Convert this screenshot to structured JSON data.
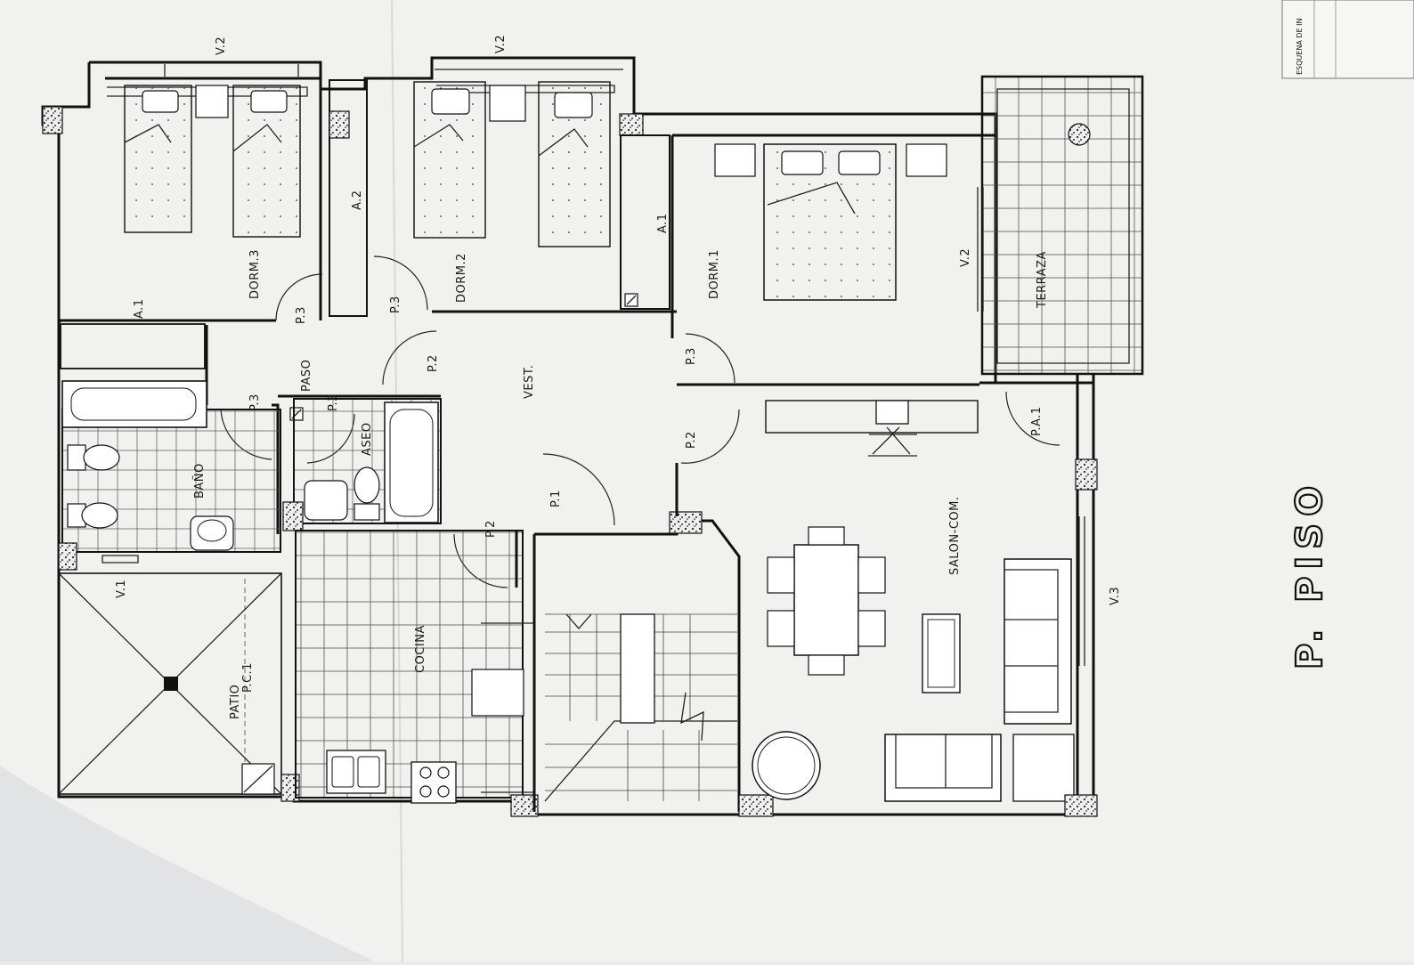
{
  "plan": {
    "title": "P. PISO",
    "title_block_text": "ESQUENA DE IN",
    "rooms": {
      "dorm1": "DORM.1",
      "dorm2": "DORM.2",
      "dorm3": "DORM.3",
      "salon": "SALON-COM.",
      "cocina": "COCINA",
      "bano": "BAÑO",
      "aseo": "ASEO",
      "paso": "PASO",
      "vest": "VEST.",
      "terraza": "TERRAZA",
      "patio": "PATIO"
    },
    "windows": {
      "v2_dorm3": "V.2",
      "v2_dorm2": "V.2",
      "v2_dorm1": "V.2",
      "v1": "V.1",
      "v3": "V.3"
    },
    "wardrobes": {
      "a1_dorm3": "A.1",
      "a2": "A.2",
      "a1_dorm1": "A.1"
    },
    "doors": {
      "p3_dorm3": "P.3",
      "p3_dorm2": "P.3",
      "p3_bano": "P.3",
      "p3_aseo": "P.3",
      "p2_vest_top": "P.2",
      "p3_dorm1": "P.3",
      "p2_salon": "P.2",
      "p2_cocina": "P.2",
      "p1": "P.1",
      "pa1": "P.A.1",
      "pc1": "P.C.1"
    }
  },
  "colors": {
    "paper": "#f3f3f1",
    "ink": "#111111"
  }
}
